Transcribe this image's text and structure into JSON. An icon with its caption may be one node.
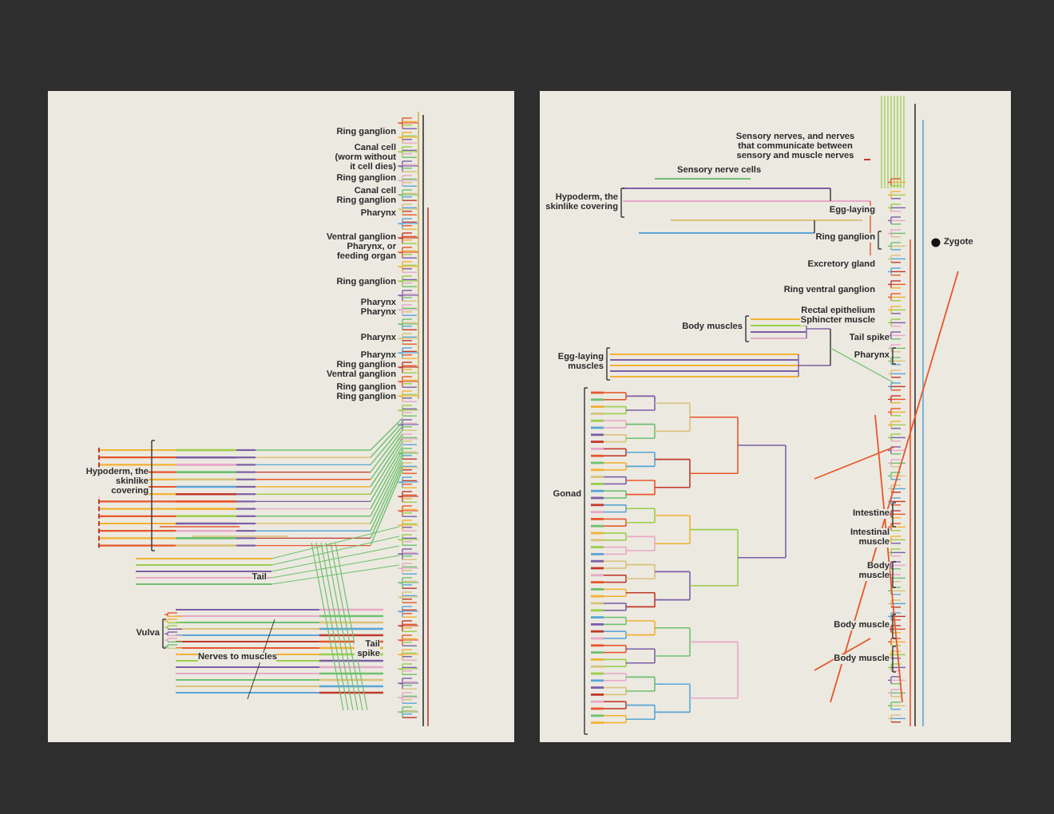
{
  "diagram": {
    "labels": [
      "Ring ganglion",
      "Canal cell (worm without it cell dies)",
      "Ring ganglion",
      "Canal cell",
      "Ring ganglion",
      "Pharynx",
      "Ventral ganglion",
      "Pharynx, or feeding organ",
      "Ring ganglion",
      "Pharynx",
      "Pharynx",
      "Pharynx",
      "Pharynx",
      "Ring ganglion",
      "Ventral ganglion",
      "Ring ganglion",
      "Ring ganglion",
      "Hypoderm, the skinlike covering",
      "Tail",
      "Vulva",
      "Nerves to muscles",
      "Tail spike",
      "Sensory nerves, and nerves that communicate between sensory and muscle nerves",
      "Sensory nerve cells",
      "Hypoderm, the skinlike covering",
      "Egg-laying",
      "Ring ganglion",
      "Zygote",
      "Excretory gland",
      "Ring ventral ganglion",
      "Rectal epithelium",
      "Sphincter muscle",
      "Body muscles",
      "Tail spike",
      "Pharynx",
      "Egg-laying muscles",
      "Gonad",
      "Intestine",
      "Intestinal muscle",
      "Body muscle",
      "Body muscle",
      "Body muscle"
    ]
  }
}
